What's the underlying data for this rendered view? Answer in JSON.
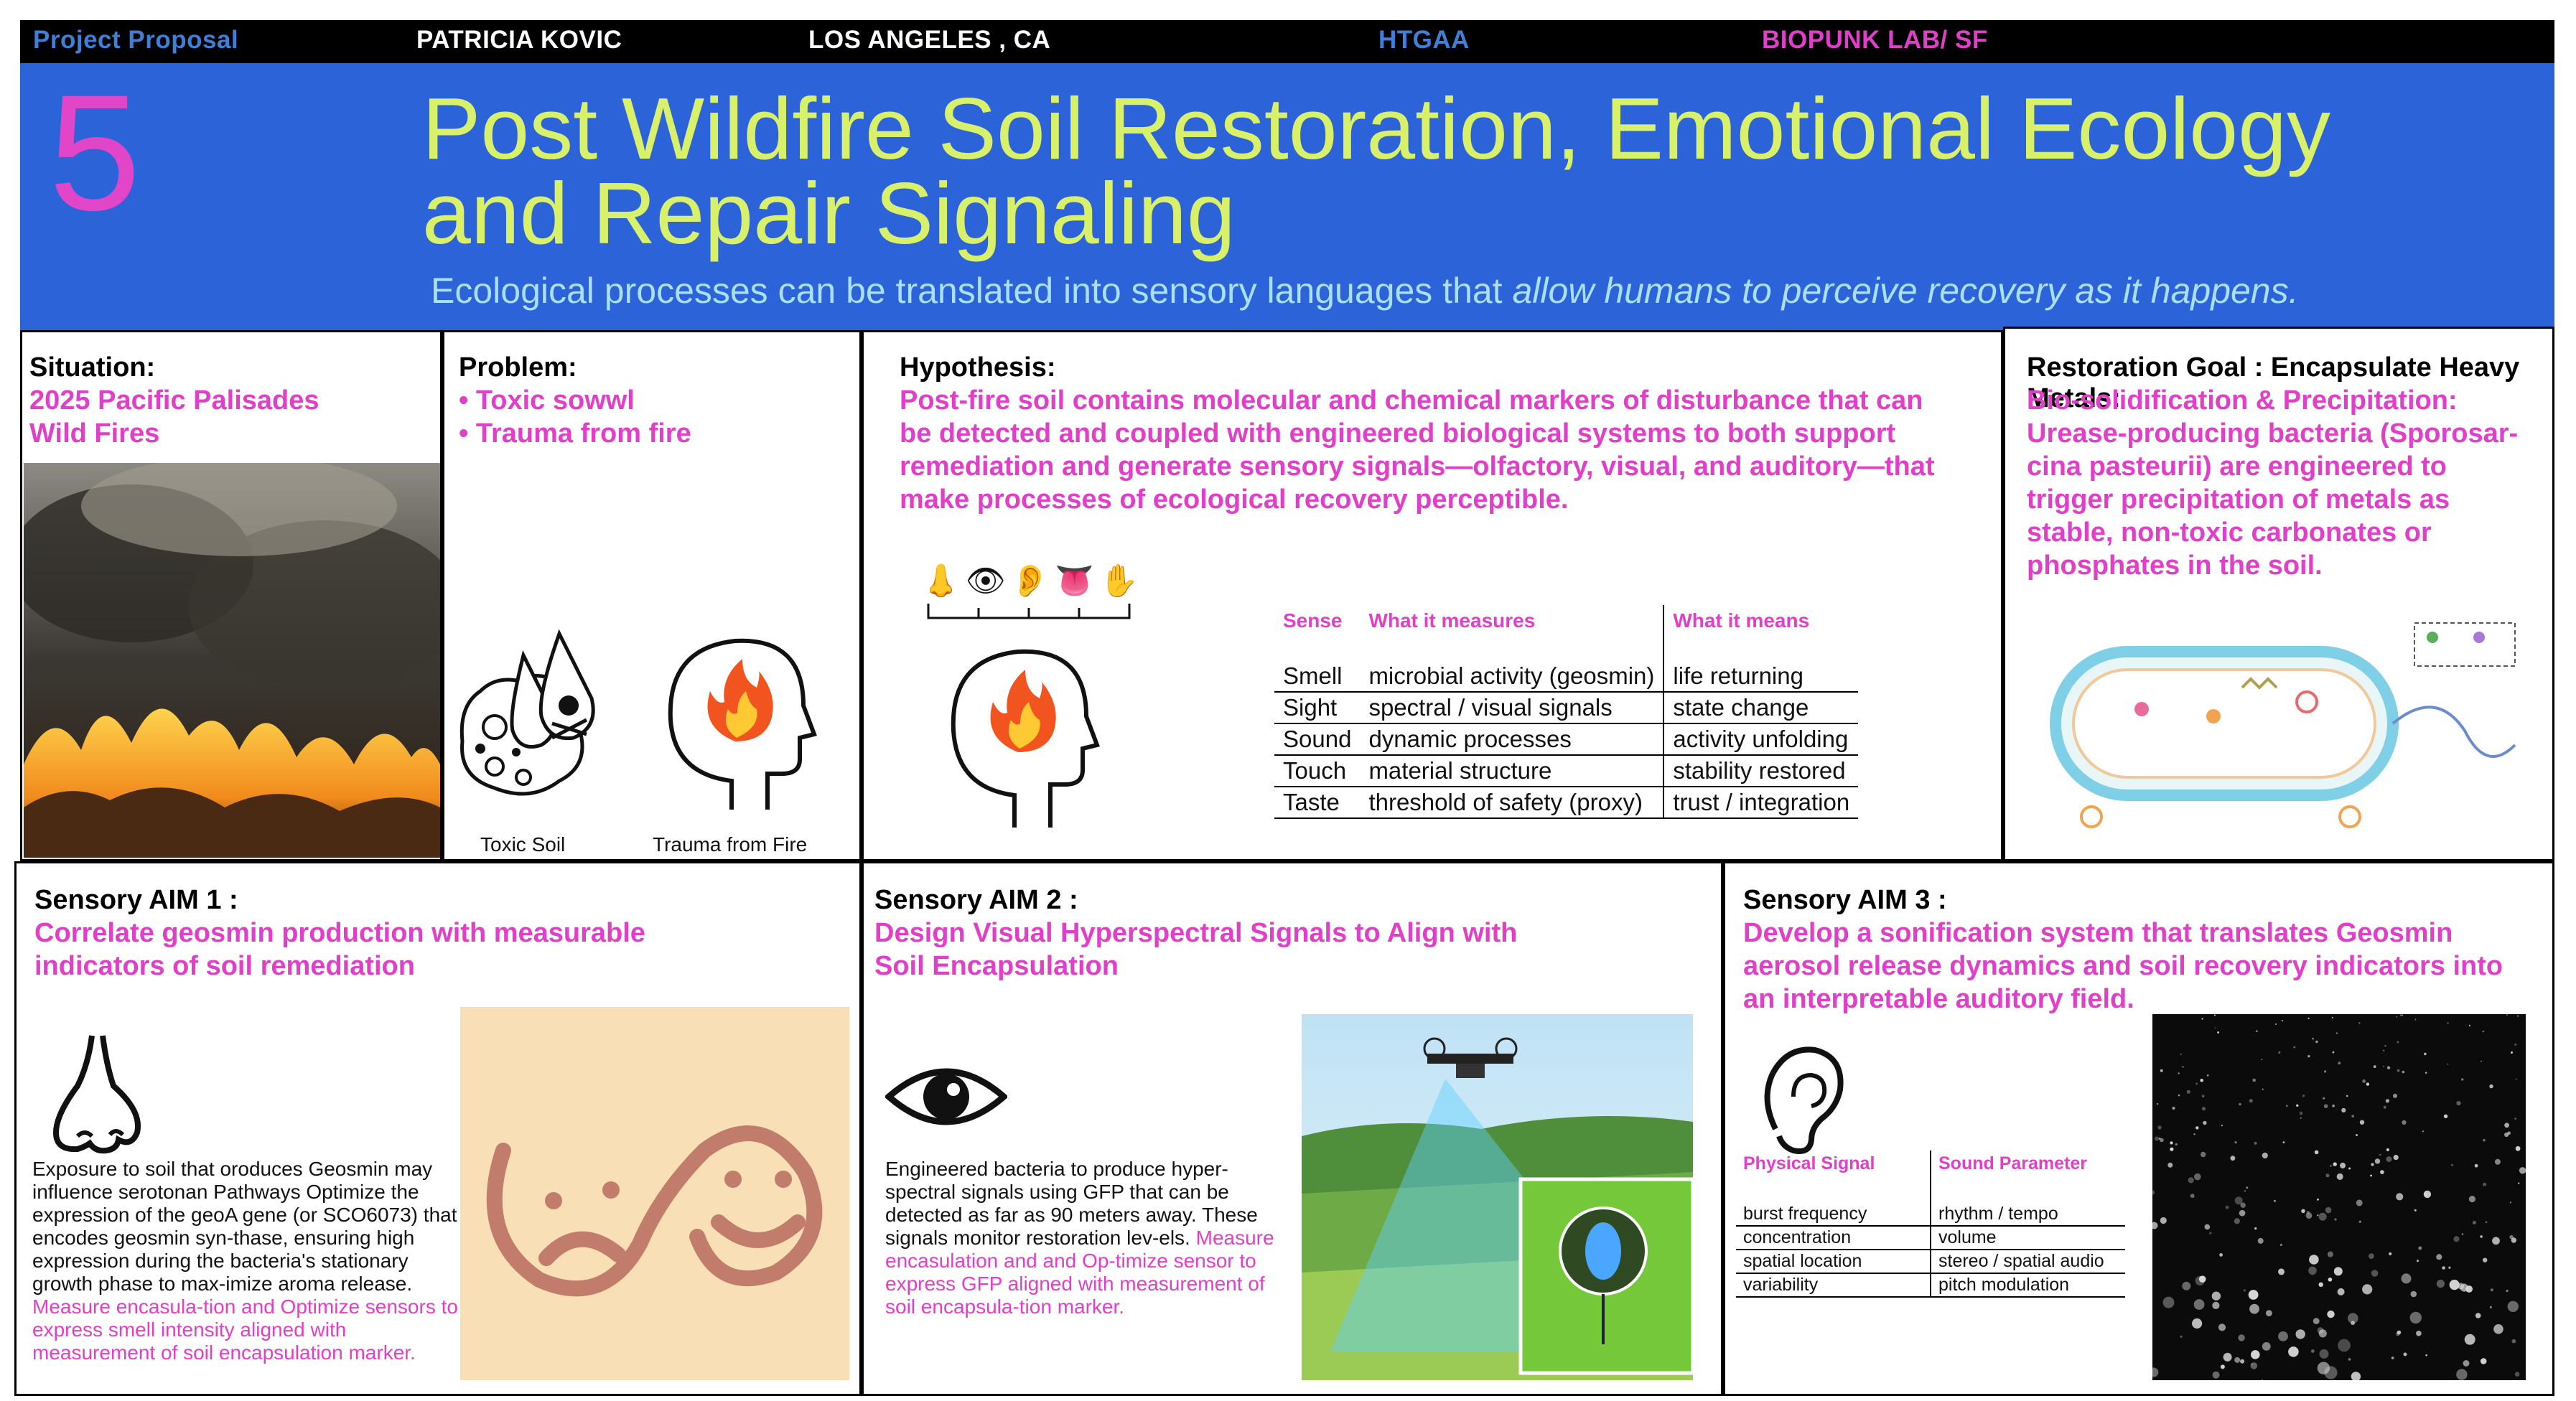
{
  "topbar": {
    "project": "Project Proposal",
    "author": "PATRICIA KOVIC",
    "location": "LOS ANGELES , CA",
    "program": "HTGAA",
    "lab": "BIOPUNK LAB/ SF"
  },
  "banner": {
    "number": "5",
    "title_line1": "Post Wildfire Soil Restoration, Emotional Ecology",
    "title_line2": "and Repair Signaling",
    "subtitle_plain": "Ecological processes can be translated into sensory languages that ",
    "subtitle_italic": "allow humans to perceive recovery as it happens."
  },
  "situation": {
    "header": "Situation:",
    "line1": "2025 Pacific Palisades",
    "line2": "Wild Fires"
  },
  "problem": {
    "header": "Problem:",
    "item1": "• Toxic sowwl",
    "item2": "• Trauma from fire",
    "caption1": "Toxic Soil",
    "caption2": "Trauma from Fire"
  },
  "hypothesis": {
    "header": "Hypothesis:",
    "text": "Post-fire soil contains molecular and chemical markers of disturbance that can be detected and coupled with engineered biological systems to both support remediation and generate sensory signals—olfactory, visual, and auditory—that make processes of ecological recovery perceptible.",
    "table_headers": [
      "Sense",
      "What it measures",
      "What it means"
    ],
    "rows": [
      [
        "Smell",
        "microbial activity (geosmin)",
        "life returning"
      ],
      [
        "Sight",
        "spectral / visual signals",
        "state change"
      ],
      [
        "Sound",
        "dynamic processes",
        "activity unfolding"
      ],
      [
        "Touch",
        "material structure",
        "stability restored"
      ],
      [
        "Taste",
        "threshold of safety (proxy)",
        "trust / integration"
      ]
    ]
  },
  "goal": {
    "header": "Restoration Goal : Encapsulate Heavy Metals:",
    "text": "Bio-solidification & Precipitation: Urease-producing bacteria (Sporosar-cina pasteurii) are engineered to trigger precipitation of metals as stable, non-toxic carbonates or phosphates in the soil."
  },
  "aim1": {
    "header": "Sensory AIM 1 :",
    "title": "Correlate geosmin production with measurable indicators of soil remediation",
    "body": "Exposure to soil that oroduces Geosmin may influence serotonan Pathways Optimize the expression of the geoA gene (or SCO6073) that encodes geosmin syn-thase, ensuring high expression during the bacteria's stationary growth phase to max-imize aroma release. ",
    "highlight": "Measure encasula-tion and Optimize sensors to express smell intensity aligned with measurement of soil encapsulation marker."
  },
  "aim2": {
    "header": "Sensory AIM 2 :",
    "title": "Design Visual Hyperspectral Signals to Align with Soil Encapsulation",
    "body": "Engineered bacteria to produce hyper-spectral signals using GFP that can be detected as far as 90 meters away. These signals monitor restoration lev-els. ",
    "highlight": "Measure encasulation and and Op-timize sensor to express GFP aligned with measurement of soil encapsula-tion marker."
  },
  "aim3": {
    "header": "Sensory AIM 3 :",
    "title": "Develop a sonification system that translates Geosmin aerosol release dynamics and soil recovery indicators into an interpretable auditory field.",
    "table_headers": [
      "Physical Signal",
      "Sound Parameter"
    ],
    "rows": [
      [
        "burst frequency",
        "rhythm / tempo"
      ],
      [
        "concentration",
        "volume"
      ],
      [
        "spatial location",
        "stereo / spatial audio"
      ],
      [
        "variability",
        "pitch modulation"
      ]
    ]
  },
  "colors": {
    "accent_pink": "#e03fc8",
    "banner_blue": "#2d63d9",
    "title_yellow": "#d8f06a"
  }
}
